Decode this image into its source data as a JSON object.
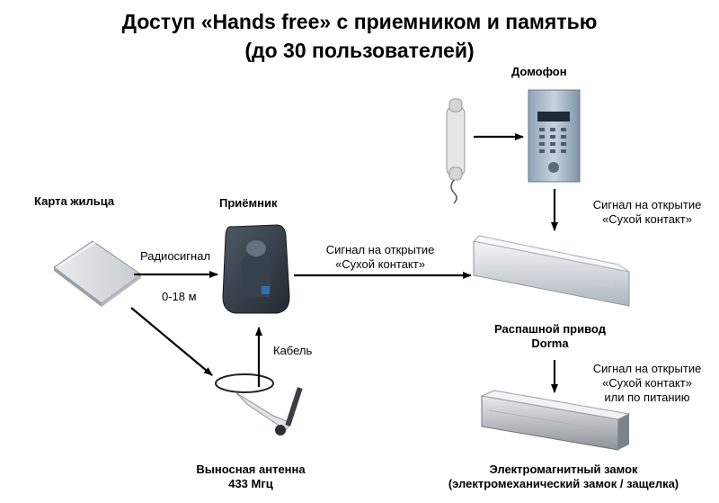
{
  "title": {
    "line1": "Доступ «Hands free» с приемником и памятью",
    "line2": "(до 30 пользователей)"
  },
  "nodes": {
    "intercom": "Домофон",
    "card": "Карта жильца",
    "receiver": "Приёмник",
    "drive": {
      "line1": "Распашной привод",
      "line2": "Dorma"
    },
    "antenna": {
      "line1": "Выносная антенна",
      "line2": "433 Мгц"
    },
    "lock": {
      "line1": "Электромагнитный замок",
      "line2": "(электромеханический замок / защелка)"
    }
  },
  "edges": {
    "radio": "Радиосигнал",
    "range": "0-18 м",
    "cable": "Кабель",
    "receiver_to_drive": {
      "line1": "Сигнал на открытие",
      "line2": "«Сухой контакт»"
    },
    "intercom_to_drive": {
      "line1": "Сигнал на открытие",
      "line2": "«Сухой контакт»"
    },
    "drive_to_lock": {
      "line1": "Сигнал на открытие",
      "line2": "«Сухой контакт»",
      "line3": "или по питанию"
    }
  }
}
